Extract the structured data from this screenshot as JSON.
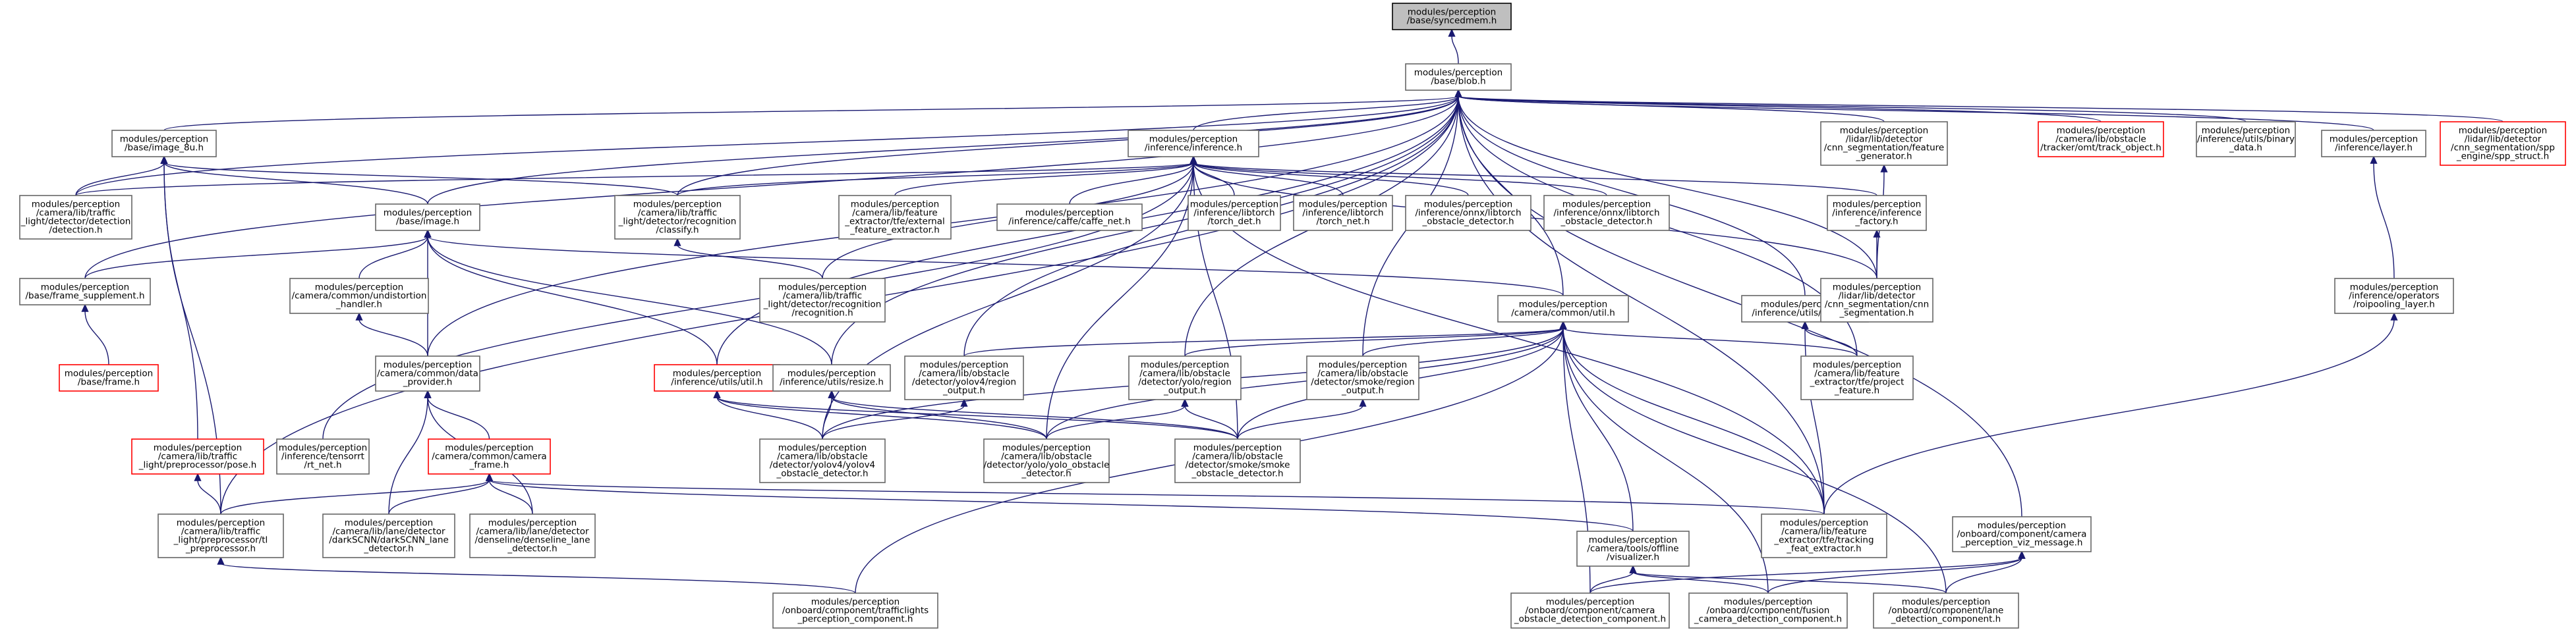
{
  "graph_title": "",
  "nodes": [
    {
      "id": "syncedmem",
      "lines": [
        "modules/perception",
        "/base/syncedmem.h"
      ],
      "highlight": true
    },
    {
      "id": "blob",
      "lines": [
        "modules/perception",
        "/base/blob.h"
      ]
    },
    {
      "id": "image8u",
      "lines": [
        "modules/perception",
        "/base/image_8u.h"
      ]
    },
    {
      "id": "inference",
      "lines": [
        "modules/perception",
        "/inference/inference.h"
      ]
    },
    {
      "id": "featgen",
      "lines": [
        "modules/perception",
        "/lidar/lib/detector",
        "/cnn_segmentation/feature",
        "_generator.h"
      ]
    },
    {
      "id": "trackobj",
      "lines": [
        "modules/perception",
        "/camera/lib/obstacle",
        "/tracker/omt/track_object.h"
      ],
      "red": true
    },
    {
      "id": "binarydata",
      "lines": [
        "modules/perception",
        "/inference/utils/binary",
        "_data.h"
      ]
    },
    {
      "id": "layer",
      "lines": [
        "modules/perception",
        "/inference/layer.h"
      ]
    },
    {
      "id": "sppstruct",
      "lines": [
        "modules/perception",
        "/lidar/lib/detector",
        "/cnn_segmentation/spp",
        "_engine/spp_struct.h"
      ],
      "red": true
    },
    {
      "id": "tldet",
      "lines": [
        "modules/perception",
        "/camera/lib/traffic",
        "_light/detector/detection",
        "/detection.h"
      ]
    },
    {
      "id": "image",
      "lines": [
        "modules/perception",
        "/base/image.h"
      ]
    },
    {
      "id": "tlclassify",
      "lines": [
        "modules/perception",
        "/camera/lib/traffic",
        "_light/detector/recognition",
        "/classify.h"
      ]
    },
    {
      "id": "extfeat",
      "lines": [
        "modules/perception",
        "/camera/lib/feature",
        "_extractor/tfe/external",
        "_feature_extractor.h"
      ]
    },
    {
      "id": "caffenet",
      "lines": [
        "modules/perception",
        "/inference/caffe/caffe_net.h"
      ]
    },
    {
      "id": "torchdet",
      "lines": [
        "modules/perception",
        "/inference/libtorch",
        "/torch_det.h"
      ]
    },
    {
      "id": "torchnet",
      "lines": [
        "modules/perception",
        "/inference/libtorch",
        "/torch_net.h"
      ]
    },
    {
      "id": "torchobs",
      "lines": [
        "modules/perception",
        "/inference/onnx/libtorch",
        "_obstacle_detector.h"
      ]
    },
    {
      "id": "onnxobs",
      "lines": [
        "modules/perception",
        "/inference/onnx/libtorch",
        "_obstacle_detector.h"
      ]
    },
    {
      "id": "inffactory",
      "lines": [
        "modules/perception",
        "/inference/inference",
        "_factory.h"
      ]
    },
    {
      "id": "framesupp",
      "lines": [
        "modules/perception",
        "/base/frame_supplement.h"
      ]
    },
    {
      "id": "undist",
      "lines": [
        "modules/perception",
        "/camera/common/undistortion",
        "_handler.h"
      ]
    },
    {
      "id": "tlrecog",
      "lines": [
        "modules/perception",
        "/camera/lib/traffic",
        "_light/detector/recognition",
        "/recognition.h"
      ]
    },
    {
      "id": "camutil",
      "lines": [
        "modules/perception",
        "/camera/common/util.h"
      ]
    },
    {
      "id": "gemm",
      "lines": [
        "modules/perception",
        "/inference/utils/gemm.h"
      ]
    },
    {
      "id": "cnnseg",
      "lines": [
        "modules/perception",
        "/lidar/lib/detector",
        "/cnn_segmentation/cnn",
        "_segmentation.h"
      ]
    },
    {
      "id": "ropool",
      "lines": [
        "modules/perception",
        "/inference/operators",
        "/roipooling_layer.h"
      ]
    },
    {
      "id": "frame",
      "lines": [
        "modules/perception",
        "/base/frame.h"
      ],
      "red": true
    },
    {
      "id": "dataprov",
      "lines": [
        "modules/perception",
        "/camera/common/data",
        "_provider.h"
      ]
    },
    {
      "id": "infutil",
      "lines": [
        "modules/perception",
        "/inference/utils/util.h"
      ],
      "red": true
    },
    {
      "id": "resize",
      "lines": [
        "modules/perception",
        "/inference/utils/resize.h"
      ]
    },
    {
      "id": "y4region",
      "lines": [
        "modules/perception",
        "/camera/lib/obstacle",
        "/detector/yolov4/region",
        "_output.h"
      ]
    },
    {
      "id": "yregion",
      "lines": [
        "modules/perception",
        "/camera/lib/obstacle",
        "/detector/yolo/region",
        "_output.h"
      ]
    },
    {
      "id": "sregion",
      "lines": [
        "modules/perception",
        "/camera/lib/obstacle",
        "/detector/smoke/region",
        "_output.h"
      ]
    },
    {
      "id": "projfeat",
      "lines": [
        "modules/perception",
        "/camera/lib/feature",
        "_extractor/tfe/project",
        "_feature.h"
      ]
    },
    {
      "id": "tlpose",
      "lines": [
        "modules/perception",
        "/camera/lib/traffic",
        "_light/preprocessor/pose.h"
      ],
      "red": true
    },
    {
      "id": "rtnet",
      "lines": [
        "modules/perception",
        "/inference/tensorrt",
        "/rt_net.h"
      ]
    },
    {
      "id": "camframe",
      "lines": [
        "modules/perception",
        "/camera/common/camera",
        "_frame.h"
      ],
      "red": true
    },
    {
      "id": "y4det",
      "lines": [
        "modules/perception",
        "/camera/lib/obstacle",
        "/detector/yolov4/yolov4",
        "_obstacle_detector.h"
      ]
    },
    {
      "id": "ydet",
      "lines": [
        "modules/perception",
        "/camera/lib/obstacle",
        "/detector/yolo/yolo_obstacle",
        "_detector.h"
      ]
    },
    {
      "id": "sdet",
      "lines": [
        "modules/perception",
        "/camera/lib/obstacle",
        "/detector/smoke/smoke",
        "_obstacle_detector.h"
      ]
    },
    {
      "id": "tlpre",
      "lines": [
        "modules/perception",
        "/camera/lib/traffic",
        "_light/preprocessor/tl",
        "_preprocessor.h"
      ]
    },
    {
      "id": "darkscnn",
      "lines": [
        "modules/perception",
        "/camera/lib/lane/detector",
        "/darkSCNN/darkSCNN_lane",
        "_detector.h"
      ]
    },
    {
      "id": "denseline",
      "lines": [
        "modules/perception",
        "/camera/lib/lane/detector",
        "/denseline/denseline_lane",
        "_detector.h"
      ]
    },
    {
      "id": "offviz",
      "lines": [
        "modules/perception",
        "/camera/tools/offline",
        "/visualizer.h"
      ]
    },
    {
      "id": "trackfeat",
      "lines": [
        "modules/perception",
        "/camera/lib/feature",
        "_extractor/tfe/tracking",
        "_feat_extractor.h"
      ]
    },
    {
      "id": "vizmsg",
      "lines": [
        "modules/perception",
        "/onboard/component/camera",
        "_perception_viz_message.h"
      ]
    },
    {
      "id": "tlcomp",
      "lines": [
        "modules/perception",
        "/onboard/component/trafficlights",
        "_perception_component.h"
      ]
    },
    {
      "id": "camobscomp",
      "lines": [
        "modules/perception",
        "/onboard/component/camera",
        "_obstacle_detection_component.h"
      ]
    },
    {
      "id": "fusioncomp",
      "lines": [
        "modules/perception",
        "/onboard/component/fusion",
        "_camera_detection_component.h"
      ]
    },
    {
      "id": "lanecomp",
      "lines": [
        "modules/perception",
        "/onboard/component/lane",
        "_detection_component.h"
      ]
    }
  ]
}
